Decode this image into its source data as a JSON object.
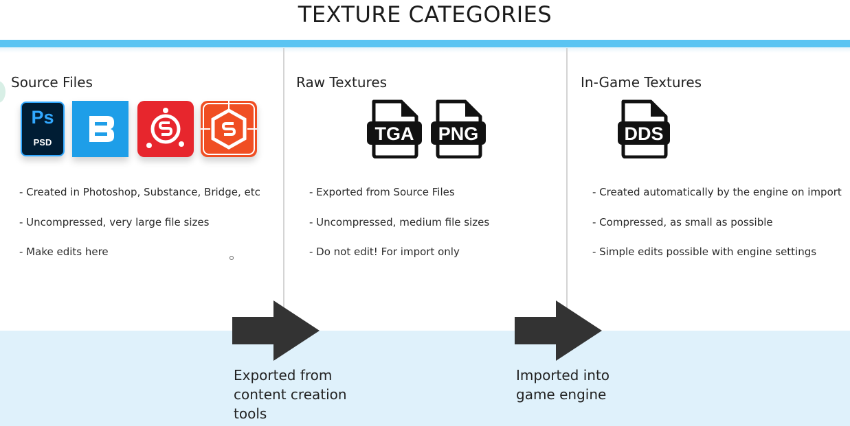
{
  "title": "TEXTURE CATEGORIES",
  "columns": [
    {
      "title": "Source Files",
      "icons": [
        "photoshop-icon",
        "bridge-icon",
        "substance-painter-icon",
        "substance-designer-icon"
      ],
      "photoshop": {
        "label": "Ps",
        "sublabel": "PSD"
      },
      "bullets": [
        "- Created in Photoshop, Substance, Bridge, etc",
        "- Uncompressed, very large file sizes",
        "- Make edits here"
      ]
    },
    {
      "title": "Raw Textures",
      "files": [
        "TGA",
        "PNG"
      ],
      "bullets": [
        "- Exported from Source Files",
        "- Uncompressed, medium file sizes",
        "- Do not edit!  For import only"
      ]
    },
    {
      "title": "In-Game Textures",
      "files": [
        "DDS"
      ],
      "bullets": [
        "- Created automatically by the engine on import",
        "- Compressed, as small as possible",
        "- Simple edits possible with engine settings"
      ]
    }
  ],
  "arrows": [
    {
      "caption_lines": [
        "Exported from",
        "content creation",
        "tools"
      ]
    },
    {
      "caption_lines": [
        "Imported into",
        "game engine"
      ]
    }
  ],
  "colors": {
    "accent_bar": "#5bc4f2",
    "bottom_band": "#dff1fb",
    "arrow": "#333333"
  }
}
